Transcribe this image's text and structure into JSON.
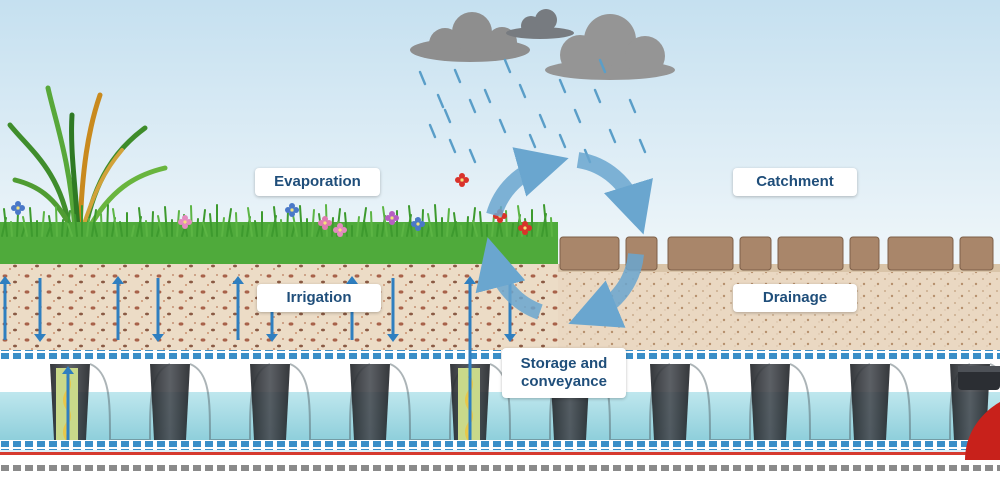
{
  "labels": {
    "evaporation": "Evaporation",
    "catchment": "Catchment",
    "irrigation": "Irrigation",
    "drainage": "Drainage",
    "storage": "Storage and\nconveyance"
  },
  "colors": {
    "sky_top": "#c9e2f1",
    "sky_bottom": "#eef6fa",
    "cloud": "#8f8f8f",
    "rain": "#5a9ec8",
    "grass": "#4caa3a",
    "soil": "#e7d5bf",
    "paving": "#a98569",
    "water": "#a8dde6",
    "cells": "#2f3236",
    "membrane_blue": "#3b8fc8",
    "arrow_blue": "#2f7fc0",
    "cycle_arrow": "#5f9fc9",
    "label_text": "#1f4e7a"
  },
  "icons": [
    "cloud-icon",
    "raindrop-icon",
    "water-cycle-arrow-icon",
    "up-arrow-icon",
    "down-arrow-icon",
    "plant-icon",
    "flower-icon",
    "paving-block-icon",
    "pipe-icon"
  ]
}
